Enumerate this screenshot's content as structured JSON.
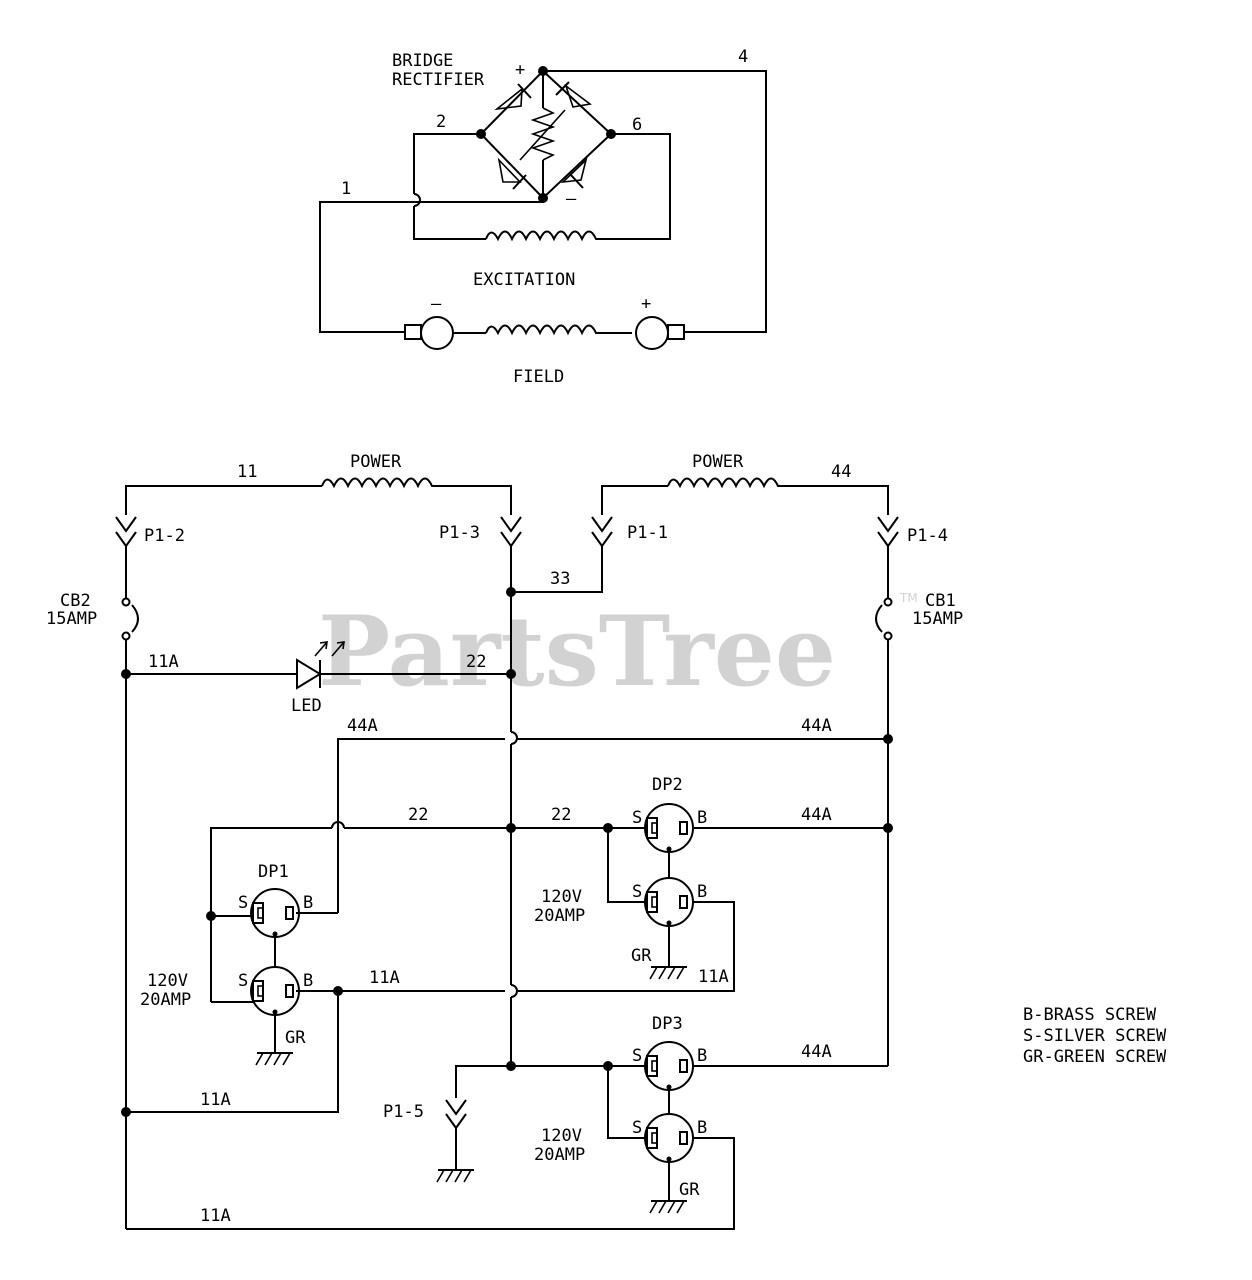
{
  "watermark": {
    "text": "PartsTree",
    "mark": "TM"
  },
  "exciter": {
    "rectifier_label_1": "BRIDGE",
    "rectifier_label_2": "RECTIFIER",
    "plus": "+",
    "minus": "–",
    "wire_1": "1",
    "wire_2": "2",
    "wire_4": "4",
    "wire_6": "6",
    "excitation_label": "EXCITATION",
    "field_label": "FIELD",
    "field_minus": "–",
    "field_plus": "+"
  },
  "power": {
    "winding_left_label": "POWER",
    "winding_right_label": "POWER",
    "wire_11": "11",
    "wire_44": "44",
    "wire_33": "33",
    "p1_2": "P1-2",
    "p1_3": "P1-3",
    "p1_1": "P1-1",
    "p1_4": "P1-4",
    "p1_5": "P1-5",
    "cb2_name": "CB2",
    "cb2_rating": "15AMP",
    "cb1_name": "CB1",
    "cb1_rating": "15AMP",
    "led_label": "LED",
    "w11a_led": "11A",
    "w22_led": "22",
    "w44a_top_left": "44A",
    "w44a_top_right": "44A",
    "w22_mid_left": "22",
    "w22_mid_right": "22",
    "w44a_dp2": "44A",
    "w11a_dp1": "11A",
    "w11a_dp2": "11A",
    "w44a_dp3": "44A",
    "w11a_left_bottom": "11A",
    "w11a_bottom": "11A"
  },
  "receptacles": {
    "dp1_name": "DP1",
    "dp2_name": "DP2",
    "dp3_name": "DP3",
    "s": "S",
    "b": "B",
    "gr": "GR",
    "rating_volts": "120V",
    "rating_amps": "20AMP"
  },
  "legend": {
    "brass": "B-BRASS SCREW",
    "silver": "S-SILVER SCREW",
    "green": "GR-GREEN SCREW"
  }
}
